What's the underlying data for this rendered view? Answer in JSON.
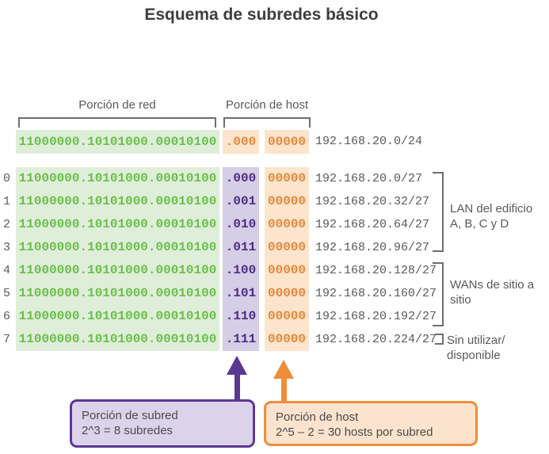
{
  "title": "Esquema de subredes básico",
  "header": {
    "network_label": "Porción de red",
    "host_label": "Porción de host"
  },
  "base_row": {
    "network_bits": "11000000.10101000.00010100",
    "subnet_bits": ".000",
    "host_bits": "00000",
    "address": "192.168.20.0/24"
  },
  "subnet_rows": [
    {
      "index": "0",
      "network_bits": "11000000.10101000.00010100",
      "subnet_bits": ".000",
      "host_bits": "00000",
      "address": "192.168.20.0/27"
    },
    {
      "index": "1",
      "network_bits": "11000000.10101000.00010100",
      "subnet_bits": ".001",
      "host_bits": "00000",
      "address": "192.168.20.32/27"
    },
    {
      "index": "2",
      "network_bits": "11000000.10101000.00010100",
      "subnet_bits": ".010",
      "host_bits": "00000",
      "address": "192.168.20.64/27"
    },
    {
      "index": "3",
      "network_bits": "11000000.10101000.00010100",
      "subnet_bits": ".011",
      "host_bits": "00000",
      "address": "192.168.20.96/27"
    },
    {
      "index": "4",
      "network_bits": "11000000.10101000.00010100",
      "subnet_bits": ".100",
      "host_bits": "00000",
      "address": "192.168.20.128/27"
    },
    {
      "index": "5",
      "network_bits": "11000000.10101000.00010100",
      "subnet_bits": ".101",
      "host_bits": "00000",
      "address": "192.168.20.160/27"
    },
    {
      "index": "6",
      "network_bits": "11000000.10101000.00010100",
      "subnet_bits": ".110",
      "host_bits": "00000",
      "address": "192.168.20.192/27"
    },
    {
      "index": "7",
      "network_bits": "11000000.10101000.00010100",
      "subnet_bits": ".111",
      "host_bits": "00000",
      "address": "192.168.20.224/27"
    }
  ],
  "groups": [
    {
      "label_lines": {
        "0": "LAN del edificio",
        "1": "A, B, C y D"
      }
    },
    {
      "label_lines": {
        "0": "WANs de sitio a",
        "1": "sitio"
      }
    },
    {
      "label_lines": {
        "0": "Sin utilizar/",
        "1": "disponible"
      }
    }
  ],
  "callouts": {
    "subnet": {
      "line1": "Porción de subred",
      "line2": "2^3 = 8 subredes"
    },
    "host": {
      "line1": "Porción de host",
      "line2": "2^5 – 2 = 30 hosts por subred"
    }
  },
  "colors": {
    "network_text": "#6abf4b",
    "network_bg": "#dfeed9",
    "subnet_text": "#4b2e83",
    "subnet_bg": "#d6cde6",
    "subnet_accent": "#5b3794",
    "host_text": "#e5883a",
    "host_bg": "#fce5cc",
    "host_accent": "#f08c3a",
    "gray_text": "#58595b"
  }
}
